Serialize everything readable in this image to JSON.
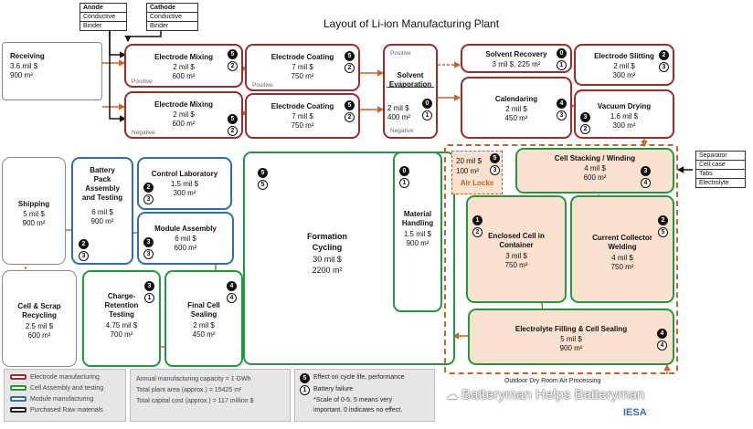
{
  "title": "Layout of Li-ion Manufacturing Plant",
  "anode_table": [
    "Anode",
    "Conductive",
    "Binder"
  ],
  "cathode_table": [
    "Cathode",
    "Conductive",
    "Binder"
  ],
  "materials_table": [
    "Separator",
    "Cell case",
    "Tabs",
    "Electrolyte"
  ],
  "tags": {
    "positive": "Positive",
    "negative": "Negative"
  },
  "boxes": {
    "receiving": {
      "title": "Receiving",
      "cost": "3.6 mil $",
      "area": "900 m²"
    },
    "mix_pos": {
      "title": "Electrode Mixing",
      "cost": "2 mil $",
      "area": "600 m²",
      "s1": "5",
      "s2": "2"
    },
    "mix_neg": {
      "title": "Electrode Mixing",
      "cost": "2 mil $",
      "area": "600 m²",
      "s1": "5",
      "s2": "2"
    },
    "coat_pos": {
      "title": "Electrode Coating",
      "cost": "7 mil $",
      "area": "750 m²",
      "s1": "5",
      "s2": "2"
    },
    "coat_neg": {
      "title": "Electrode Coating",
      "cost": "7 mil $",
      "area": "750 m²",
      "s1": "5",
      "s2": "2"
    },
    "evap": {
      "title1": "Solvent",
      "title2": "Evaporation",
      "cost": "2 mil $",
      "area": "400 m²",
      "s1": "0",
      "s2": "1"
    },
    "recovery": {
      "title": "Solvent Recovery",
      "cost": "3 mil $, 225 m²",
      "s1": "0",
      "s2": "1"
    },
    "calendaring": {
      "title": "Calendaring",
      "cost": "2 mil $",
      "area": "450 m²",
      "s1": "4",
      "s2": "3"
    },
    "slitting": {
      "title": "Electrode Slitting",
      "cost": "2 mil $",
      "area": "300 m²",
      "s1": "2",
      "s2": "3"
    },
    "drying": {
      "title": "Vacuum Drying",
      "cost": "1.6 mil $",
      "area": "300 m²",
      "s1": "3",
      "s2": "2"
    },
    "shipping": {
      "title": "Shipping",
      "cost": "5 mil $",
      "area": "900 m²"
    },
    "pack": {
      "title1": "Battery",
      "title2": "Pack",
      "title3": "Assembly",
      "title4": "and Testing",
      "cost": "6 mil $",
      "area": "900 m²",
      "s1": "2",
      "s2": "3"
    },
    "control": {
      "title": "Control Laboratory",
      "cost": "1.5 mil $",
      "area": "300 m²",
      "s1": "2",
      "s2": "3"
    },
    "module": {
      "title": "Module Assembly",
      "cost": "6 mil $",
      "area": "600 m²",
      "s1": "3",
      "s2": "3"
    },
    "formation": {
      "title1": "Formation",
      "title2": "Cycling",
      "cost": "30 mil $",
      "area": "2200 m²",
      "s1": "5",
      "s2": "5"
    },
    "handling": {
      "title1": "Material",
      "title2": "Handling",
      "cost": "1.5 mil $",
      "area": "900 m²",
      "s1": "0",
      "s2": "1"
    },
    "airlocks": {
      "cost": "20 mil $",
      "area": "100 m²",
      "label": "Air Locks",
      "s1": "5",
      "s2": "3"
    },
    "stacking": {
      "title": "Cell Stacking / Winding",
      "cost": "4 mil $",
      "area": "600 m²",
      "s1": "3",
      "s2": "4"
    },
    "enclosed": {
      "title1": "Enclosed Cell in",
      "title2": "Container",
      "cost": "3 mil $",
      "area": "750 m²",
      "s1": "1",
      "s2": "2"
    },
    "collector": {
      "title1": "Current Collector",
      "title2": "Welding",
      "cost": "4 mil $",
      "area": "750 m²",
      "s1": "2",
      "s2": "5"
    },
    "recycling": {
      "title1": "Cell & Scrap",
      "title2": "Recycling",
      "cost": "2.5 mil $",
      "area": "600 m²"
    },
    "charge": {
      "title1": "Charge-",
      "title2": "Retention",
      "title3": "Testing",
      "cost": "4.75 mil $",
      "area": "700 m²",
      "s1": "3",
      "s2": "1"
    },
    "sealing": {
      "title1": "Final Cell",
      "title2": "Sealing",
      "cost": "2 mil $",
      "area": "450 m²",
      "s1": "4",
      "s2": "4"
    },
    "filling": {
      "title": "Electrolyte Filling & Cell Sealing",
      "cost": "5 mil $",
      "area": "900 m²",
      "s1": "4",
      "s2": "4"
    }
  },
  "outdoor": "Outdoor Dry Room Air Processing",
  "legend": [
    "Electrode manufacturing",
    "Cell Assembly and testing",
    "Module manufacturing",
    "Purchased Raw materials"
  ],
  "legend_colors": [
    "#9e2a2b",
    "#1f9a3d",
    "#2e6fb3",
    "#222222"
  ],
  "stats": [
    "Annual manufacturing capacity = 1 GWh",
    "Total plant area (approx.) = 15425 m²",
    "Total capital cost (approx.) = 117 million $"
  ],
  "notes": {
    "n1": "Effect on cycle life, performance",
    "n2": "Battery failure",
    "n3": "*Scale of 0-5. 5 means very",
    "n4": "important. 0 indicates no effect.",
    "c1": "5",
    "c2": "1"
  },
  "watermark": "Batteryman Helps Batteryman",
  "logo": "IESA",
  "colors": {
    "red": "#9e2a2b",
    "green": "#1f9a3d",
    "blue": "#2e6fb3",
    "orange": "#c8632a",
    "peach": "#fbe1cf"
  }
}
